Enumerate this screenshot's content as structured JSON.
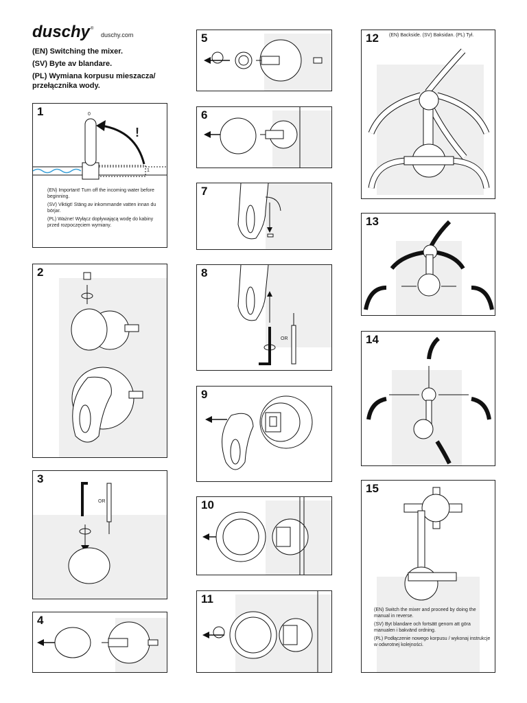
{
  "header": {
    "logo_text": "duschy",
    "site": "duschy.com",
    "title_en": "(EN) Switching the mixer.",
    "title_sv": "(SV) Byte av blandare.",
    "title_pl_1": "(PL) Wymiana korpusu mieszacza/",
    "title_pl_2": "przełącznika wody."
  },
  "steps": {
    "s1": {
      "num": "1",
      "pos0": "0",
      "pos1": "1",
      "excl": "!",
      "en": "(EN) Important! Turn off the incoming water before beginning.",
      "sv": "(SV) Viktigt! Stäng av inkommande vatten innan du börjar.",
      "pl": "(PL) Ważne! Wyłącz dopływającą wodę do kabiny przed rozpoczęciem wymiany."
    },
    "s2": {
      "num": "2"
    },
    "s3": {
      "num": "3",
      "or": "OR"
    },
    "s4": {
      "num": "4"
    },
    "s5": {
      "num": "5"
    },
    "s6": {
      "num": "6"
    },
    "s7": {
      "num": "7"
    },
    "s8": {
      "num": "8",
      "or": "OR"
    },
    "s9": {
      "num": "9"
    },
    "s10": {
      "num": "10"
    },
    "s11": {
      "num": "11"
    },
    "s12": {
      "num": "12",
      "caption": "(EN) Backside.   (SV) Baksidan.   (PL) Tył."
    },
    "s13": {
      "num": "13"
    },
    "s14": {
      "num": "14"
    },
    "s15": {
      "num": "15",
      "en": "(EN) Switch the mixer and proceed by doing the manual in reverse.",
      "sv": "(SV) Byt blandare och fortsätt genom att göra manualen i bakvänd ordning.",
      "pl": "(PL) Podłączenie nowego korpusu / wykonaj instrukcje w odwrotnej kolejności."
    }
  }
}
